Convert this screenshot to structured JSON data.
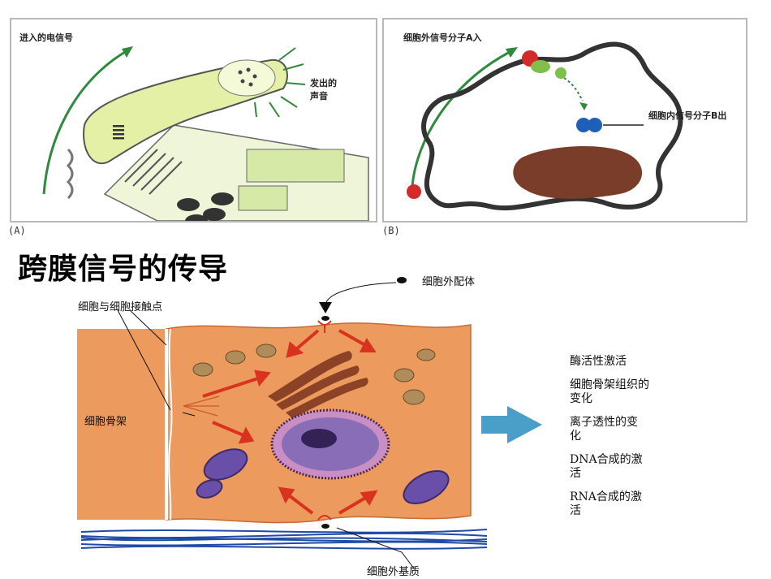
{
  "panel_a": {
    "label": "(A)",
    "title": "进入的电信号",
    "sound": "发出的声音"
  },
  "panel_b": {
    "label": "(B)",
    "title": "细胞外信号分子A入",
    "inner": "细胞内信号分子B出"
  },
  "main_title": "跨膜信号的传导",
  "cell": {
    "ligand": "细胞外配体",
    "contact": "细胞与细胞接触点",
    "cytoskeleton": "细胞骨架",
    "matrix": "细胞外基质"
  },
  "effects": [
    "酶活性激活",
    "细胞骨架组织的变化",
    "离子透性的变化",
    "DNA合成的激活",
    "RNA合成的激活"
  ],
  "colors": {
    "cell": "#ec9a5e",
    "arrow": "#d9331f",
    "green_arrow": "#2f8a3e",
    "matrix": "#1f4aa6",
    "pointer": "#4a9fc8"
  }
}
